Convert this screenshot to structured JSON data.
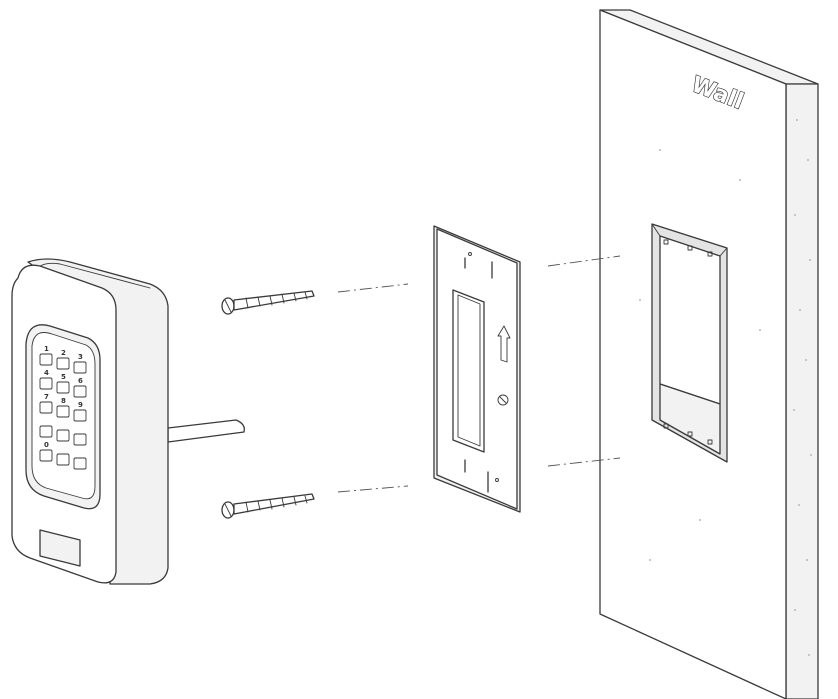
{
  "wall": {
    "label": "Wall"
  },
  "keypad": {
    "digits": [
      "1",
      "2",
      "3",
      "4",
      "5",
      "6",
      "7",
      "8",
      "9",
      "0"
    ]
  },
  "colors": {
    "line": "#3a3a3a",
    "background": "#ffffff"
  },
  "icons": [
    "screw-icon",
    "mounting-plate",
    "arrow-up-icon"
  ]
}
